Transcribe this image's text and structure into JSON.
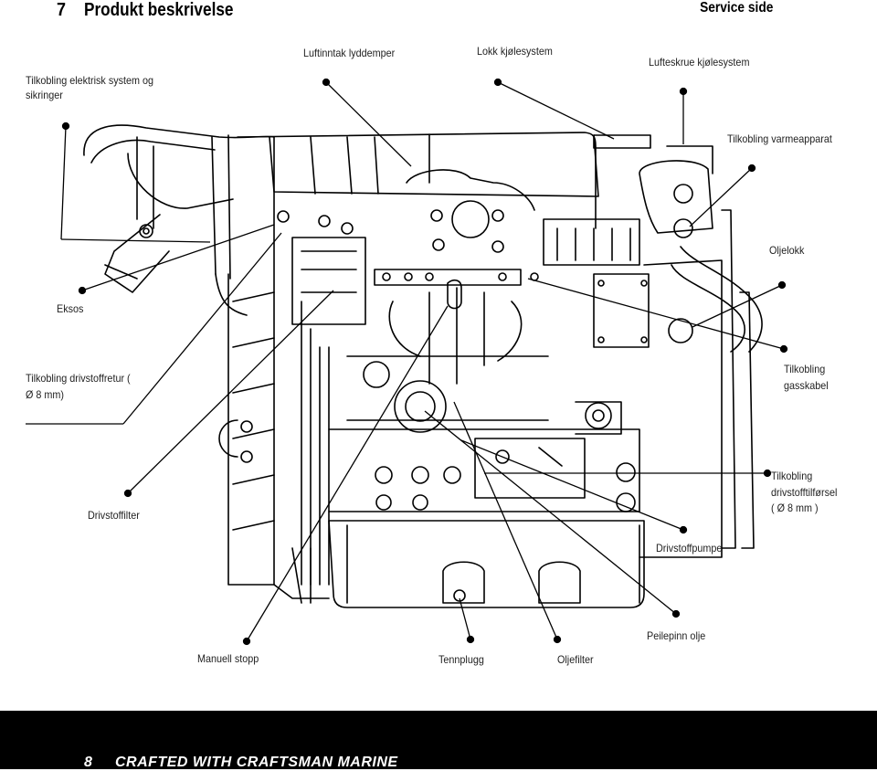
{
  "header": {
    "chapter_number": "7",
    "chapter_title": "Produkt beskrivelse",
    "section": "Service side"
  },
  "labels": {
    "tilkobling_elektrisk": "Tilkobling elektrisk system og",
    "tilkobling_elektrisk_2": "sikringer",
    "luftinntak": "Luftinntak lyddemper",
    "lokk_kjolesystem": "Lokk kjølesystem",
    "lufteskrue": "Lufteskrue kjølesystem",
    "varmeapparat": "Tilkobling varmeapparat",
    "oljelokk": "Oljelokk",
    "eksos": "Eksos",
    "drivstoffretur": "Tilkobling drivstoffretur (",
    "drivstoffretur_2": "Ø 8 mm)",
    "gasskabel": "Tilkobling",
    "gasskabel_2": "gasskabel",
    "drivstoffilter": "Drivstoffilter",
    "drivstofftilforsel": "Tilkobling",
    "drivstofftilforsel_2": "drivstofftilførsel",
    "drivstofftilforsel_3": "( Ø 8 mm )",
    "drivstoffpumpe": "Drivstoffpumpe",
    "peilepinn": "Peilepinn olje",
    "manuell_stopp": "Manuell stopp",
    "tennplugg": "Tennplugg",
    "oljefilter": "Oljefilter"
  },
  "footer": {
    "page_number": "8",
    "brand": "CRAFTED WITH CRAFTSMAN MARINE"
  }
}
